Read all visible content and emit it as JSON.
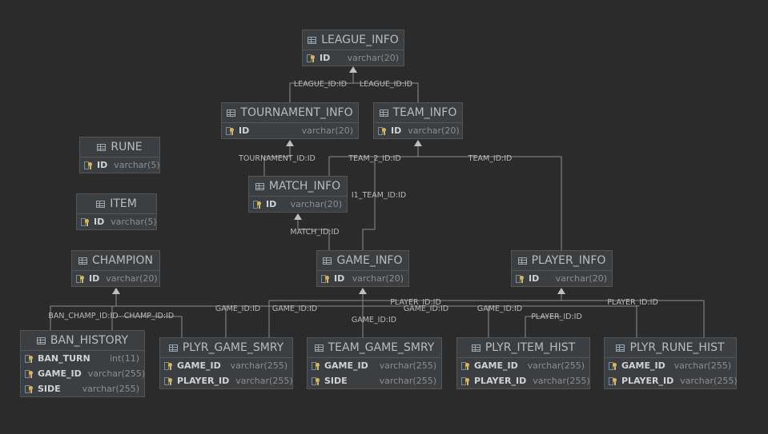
{
  "tables": {
    "league_info": {
      "name": "LEAGUE_INFO",
      "fields": [
        {
          "name": "ID",
          "type": "varchar(20)"
        }
      ]
    },
    "tournament_info": {
      "name": "TOURNAMENT_INFO",
      "fields": [
        {
          "name": "ID",
          "type": "varchar(20)"
        }
      ]
    },
    "team_info": {
      "name": "TEAM_INFO",
      "fields": [
        {
          "name": "ID",
          "type": "varchar(20)"
        }
      ]
    },
    "rune": {
      "name": "RUNE",
      "fields": [
        {
          "name": "ID",
          "type": "varchar(5)"
        }
      ]
    },
    "item": {
      "name": "ITEM",
      "fields": [
        {
          "name": "ID",
          "type": "varchar(5)"
        }
      ]
    },
    "match_info": {
      "name": "MATCH_INFO",
      "fields": [
        {
          "name": "ID",
          "type": "varchar(20)"
        }
      ]
    },
    "champion": {
      "name": "CHAMPION",
      "fields": [
        {
          "name": "ID",
          "type": "varchar(20)"
        }
      ]
    },
    "game_info": {
      "name": "GAME_INFO",
      "fields": [
        {
          "name": "ID",
          "type": "varchar(20)"
        }
      ]
    },
    "player_info": {
      "name": "PLAYER_INFO",
      "fields": [
        {
          "name": "ID",
          "type": "varchar(20)"
        }
      ]
    },
    "ban_history": {
      "name": "BAN_HISTORY",
      "fields": [
        {
          "name": "BAN_TURN",
          "type": "int(11)"
        },
        {
          "name": "GAME_ID",
          "type": "varchar(255)"
        },
        {
          "name": "SIDE",
          "type": "varchar(255)"
        }
      ]
    },
    "plyr_game_smry": {
      "name": "PLYR_GAME_SMRY",
      "fields": [
        {
          "name": "GAME_ID",
          "type": "varchar(255)"
        },
        {
          "name": "PLAYER_ID",
          "type": "varchar(255)"
        }
      ]
    },
    "team_game_smry": {
      "name": "TEAM_GAME_SMRY",
      "fields": [
        {
          "name": "GAME_ID",
          "type": "varchar(255)"
        },
        {
          "name": "SIDE",
          "type": "varchar(255)"
        }
      ]
    },
    "plyr_item_hist": {
      "name": "PLYR_ITEM_HIST",
      "fields": [
        {
          "name": "GAME_ID",
          "type": "varchar(255)"
        },
        {
          "name": "PLAYER_ID",
          "type": "varchar(255)"
        }
      ]
    },
    "plyr_rune_hist": {
      "name": "PLYR_RUNE_HIST",
      "fields": [
        {
          "name": "GAME_ID",
          "type": "varchar(255)"
        },
        {
          "name": "PLAYER_ID",
          "type": "varchar(255)"
        }
      ]
    }
  },
  "edge_labels": {
    "league_id_1": "LEAGUE_ID:ID",
    "league_id_2": "LEAGUE_ID:ID",
    "tournament_id": "TOURNAMENT_ID:ID",
    "team_2_id": "TEAM_2_ID:ID",
    "team_id": "TEAM_ID:ID",
    "team_1_overlap": "I1_TEAM_ID:ID",
    "match_id": "MATCH_ID:ID",
    "ban_champ_id": "BAN_CHAMP_ID:ID",
    "champ_id": "CHAMP_ID:ID",
    "game_id_1": "GAME_ID:ID",
    "game_id_2": "GAME_ID:ID",
    "player_id_1": "PLAYER_ID:ID",
    "game_id_3": "GAME_ID:ID",
    "game_id_4": "GAME_ID:ID",
    "game_id_5": "GAME_ID:ID",
    "player_id_2": "PLAYER_ID:ID",
    "player_id_3": "PLAYER_ID:ID"
  }
}
